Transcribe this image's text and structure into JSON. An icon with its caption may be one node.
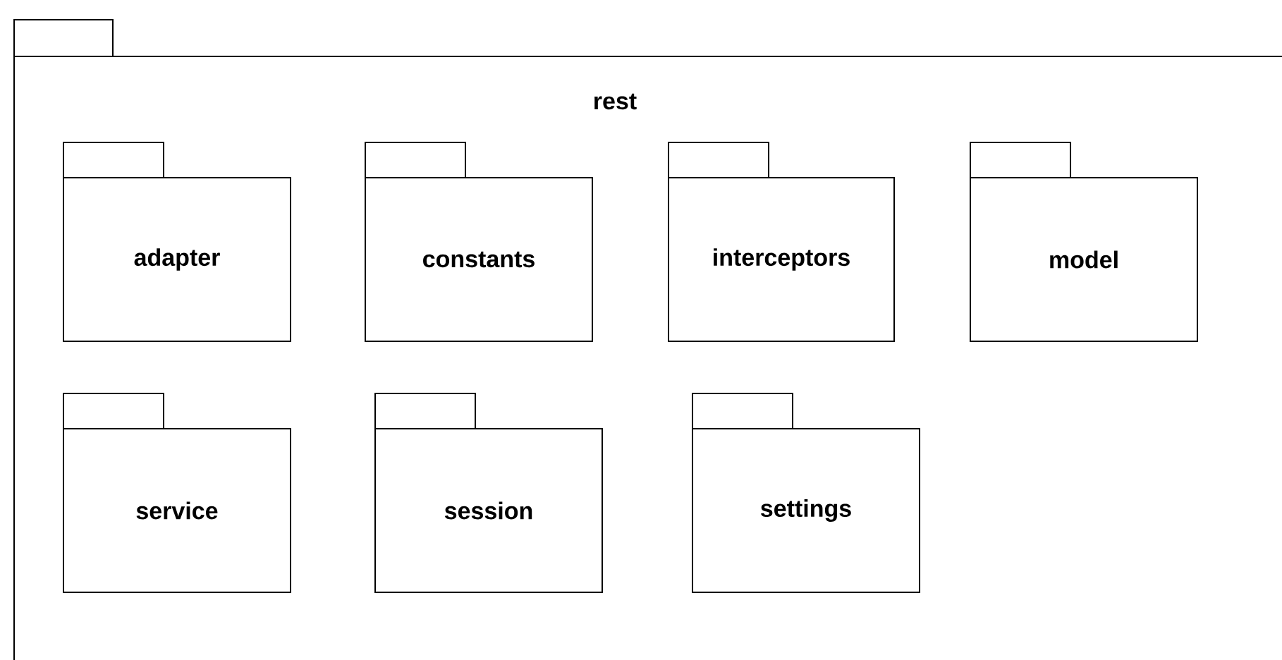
{
  "diagram": {
    "nodes": [
      {
        "text": [
          "rest"
        ]
      },
      {
        "text": [
          "adapter"
        ],
        "in": 0
      },
      {
        "text": [
          "constants"
        ],
        "in": 0
      },
      {
        "text": [
          "interceptors"
        ],
        "in": 0
      },
      {
        "text": [
          "model"
        ],
        "in": 0
      },
      {
        "text": [
          "service"
        ],
        "in": 0
      },
      {
        "text": [
          "session"
        ],
        "in": 0
      },
      {
        "text": [
          "settings"
        ],
        "in": 0
      }
    ]
  }
}
